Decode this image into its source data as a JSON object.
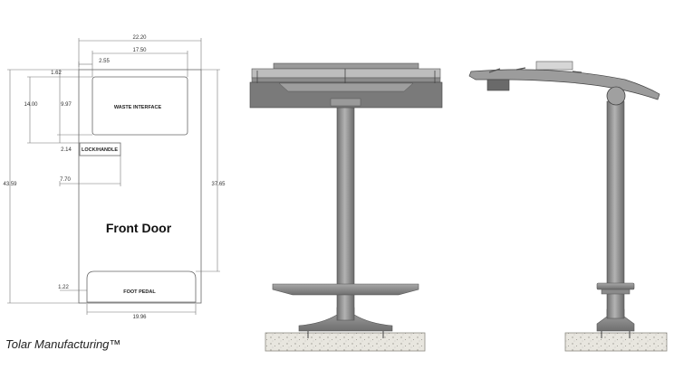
{
  "front_view": {
    "dims": {
      "overall_width": "22.20",
      "width_17_50": "17.50",
      "offset_2_55": "2.55",
      "top_gap": "1.62",
      "height_14_00": "14.00",
      "height_9_97": "9.97",
      "handle_gap": "2.14",
      "handle_offset": "7.70",
      "overall_height": "43.59",
      "door_height": "37.65",
      "pedal_gap": "1.22",
      "pedal_width": "19.96"
    },
    "labels": {
      "waste_interface": "WASTE INTERFACE",
      "lock_handle": "LOCK/HANDLE",
      "front_door": "Front Door",
      "foot_pedal": "FOOT PEDAL"
    }
  },
  "brand": "Tolar Manufacturing™",
  "colors": {
    "frame": "#888888",
    "frame_dark": "#5a5a5a",
    "concrete": "#e4e2dc"
  }
}
